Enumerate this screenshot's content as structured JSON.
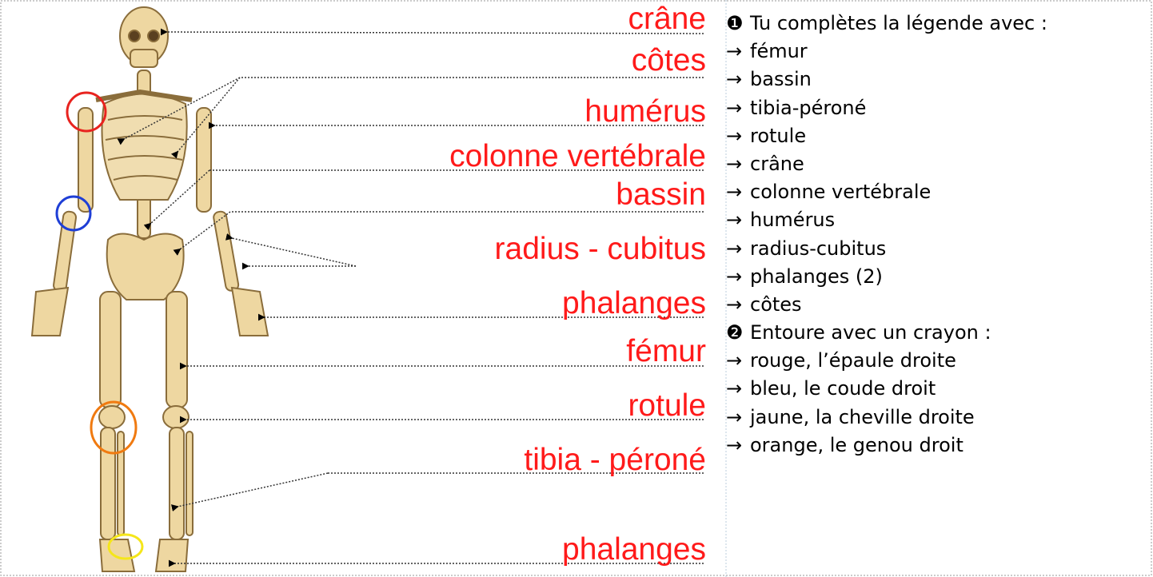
{
  "labels": [
    {
      "text": "crâne"
    },
    {
      "text": "côtes"
    },
    {
      "text": "humérus"
    },
    {
      "text": "colonne vertébrale"
    },
    {
      "text": "bassin"
    },
    {
      "text": "radius - cubitus"
    },
    {
      "text": "phalanges"
    },
    {
      "text": "fémur"
    },
    {
      "text": "rotule"
    },
    {
      "text": "tibia - péroné"
    },
    {
      "text": "phalanges"
    }
  ],
  "instructions": {
    "step1": {
      "bullet": "❶",
      "title": "Tu complètes la légende avec :",
      "items": [
        "fémur",
        "bassin",
        "tibia-péroné",
        "rotule",
        "crâne",
        "colonne vertébrale",
        "humérus",
        "radius-cubitus",
        "phalanges (2)",
        "côtes"
      ]
    },
    "step2": {
      "bullet": "❷",
      "title": "Entoure avec un crayon :",
      "items": [
        "rouge, l’épaule droite",
        "bleu, le coude droit",
        "jaune, la cheville droite",
        "orange, le genou droit"
      ]
    },
    "arrow": "→"
  },
  "colors": {
    "label": "#ff1a1a",
    "bone": "#eed7a1",
    "bone_outline": "#8a6d3b",
    "circle_shoulder": "#e8231f",
    "circle_elbow": "#1f3fd6",
    "circle_knee": "#f07a10",
    "circle_ankle": "#f5e61a"
  }
}
